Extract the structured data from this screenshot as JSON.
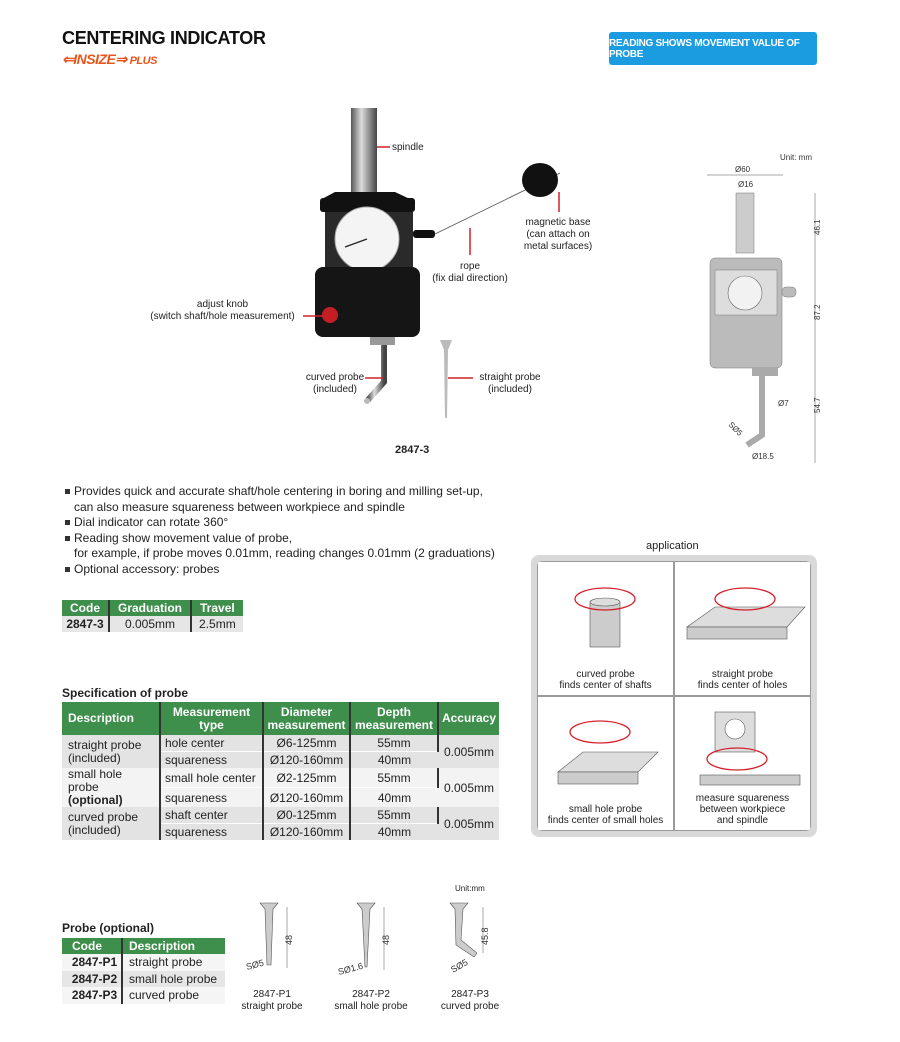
{
  "header": {
    "title": "CENTERING INDICATOR",
    "brand": "INSIZE",
    "brand_suffix": "PLUS",
    "badge": "READING SHOWS MOVEMENT VALUE OF PROBE"
  },
  "product": {
    "model": "2847-3",
    "labels": {
      "spindle": "spindle",
      "magnetic_base": [
        "magnetic base",
        "(can attach on",
        "metal surfaces)"
      ],
      "rope": [
        "rope",
        "(fix dial direction)"
      ],
      "adjust_knob": [
        "adjust knob",
        "(switch shaft/hole measurement)"
      ],
      "curved_probe": [
        "curved probe",
        "(included)"
      ],
      "straight_probe": [
        "straight probe",
        "(included)"
      ]
    }
  },
  "drawing": {
    "unit": "Unit: mm",
    "dims": {
      "d60": "Ø60",
      "d16": "Ø16",
      "h1": "46.1",
      "h2": "87.2",
      "h3": "54.7",
      "d7": "Ø7",
      "s5": "SØ5",
      "d18": "Ø18.5"
    }
  },
  "features": [
    [
      "Provides quick and accurate shaft/hole centering in boring and milling set-up,",
      "can also measure squareness between workpiece and spindle"
    ],
    [
      "Dial indicator can rotate 360°"
    ],
    [
      "Reading show movement value of probe,",
      "for example, if probe moves 0.01mm, reading changes 0.01mm (2 graduations)"
    ],
    [
      "Optional accessory: probes"
    ]
  ],
  "main_table": {
    "headers": [
      "Code",
      "Graduation",
      "Travel"
    ],
    "row": [
      "2847-3",
      "0.005mm",
      "2.5mm"
    ]
  },
  "spec": {
    "title": "Specification of probe",
    "headers": [
      "Description",
      "Measurement type",
      "Diameter measurement",
      "Depth measurement",
      "Accuracy"
    ],
    "groups": [
      {
        "desc1": "straight probe",
        "desc2": "(included)",
        "rows": [
          [
            "hole center",
            "Ø6-125mm",
            "55mm"
          ],
          [
            "squareness",
            "Ø120-160mm",
            "40mm"
          ]
        ],
        "accuracy": "0.005mm"
      },
      {
        "desc1": "small hole probe",
        "desc2": "(optional)",
        "rows": [
          [
            "small hole center",
            "Ø2-125mm",
            "55mm"
          ],
          [
            "squareness",
            "Ø120-160mm",
            "40mm"
          ]
        ],
        "accuracy": "0.005mm"
      },
      {
        "desc1": "curved probe",
        "desc2": "(included)",
        "rows": [
          [
            "shaft center",
            "Ø0-125mm",
            "55mm"
          ],
          [
            "squareness",
            "Ø120-160mm",
            "40mm"
          ]
        ],
        "accuracy": "0.005mm"
      }
    ]
  },
  "application": {
    "title": "application",
    "cells": [
      [
        "curved probe",
        "finds center of shafts"
      ],
      [
        "straight probe",
        "finds center of holes"
      ],
      [
        "small hole probe",
        "finds center of small holes"
      ],
      [
        "measure squareness",
        "between workpiece",
        "and spindle"
      ]
    ]
  },
  "probes": {
    "title": "Probe (optional)",
    "headers": [
      "Code",
      "Description"
    ],
    "rows": [
      [
        "2847-P1",
        "straight probe"
      ],
      [
        "2847-P2",
        "small hole probe"
      ],
      [
        "2847-P3",
        "curved probe"
      ]
    ],
    "unit": "Unit:mm",
    "drawings": [
      {
        "code": "2847-P1",
        "name": "straight probe",
        "length": "48",
        "tip": "SØ5"
      },
      {
        "code": "2847-P2",
        "name": "small hole probe",
        "length": "48",
        "tip": "SØ1.6"
      },
      {
        "code": "2847-P3",
        "name": "curved probe",
        "length": "45.8",
        "tip": "SØ5"
      }
    ]
  },
  "colors": {
    "green": "#3e8e4c",
    "blue": "#1b9be0",
    "orange": "#e8551c",
    "red": "#d4202a"
  }
}
